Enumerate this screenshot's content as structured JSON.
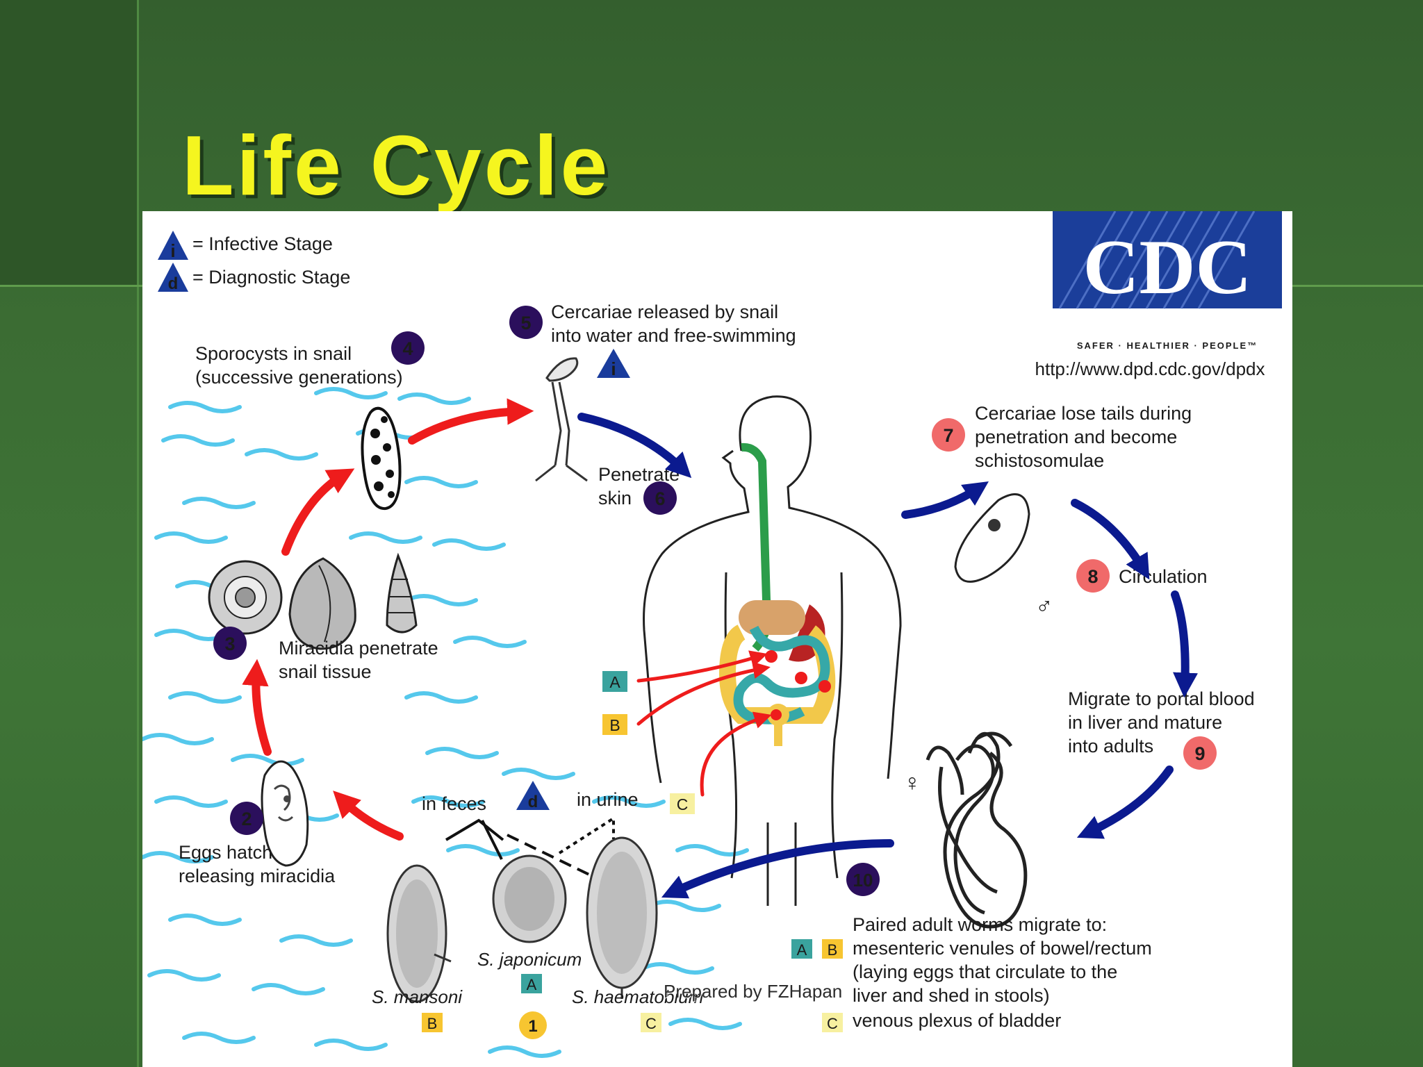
{
  "slide": {
    "title": "Life Cycle",
    "footer": "Prepared by FZHapan"
  },
  "legend": {
    "infective_symbol": "i",
    "infective_label": "= Infective Stage",
    "diagnostic_symbol": "d",
    "diagnostic_label": "= Diagnostic Stage"
  },
  "cdc": {
    "logo_text": "CDC",
    "tagline": "SAFER · HEALTHIER · PEOPLE™",
    "url": "http://www.dpd.cdc.gov/dpdx"
  },
  "steps": {
    "s1": {
      "num": "1"
    },
    "s2": {
      "num": "2",
      "line1": "Eggs hatch",
      "line2": "releasing miracidia"
    },
    "s3": {
      "num": "3",
      "line1": "Miracidia penetrate",
      "line2": "snail tissue"
    },
    "s4": {
      "num": "4",
      "line1": "Sporocysts in snail",
      "line2": "(successive generations)"
    },
    "s5": {
      "num": "5",
      "line1": "Cercariae released by snail",
      "line2": "into water and free-swimming",
      "symbol": "i"
    },
    "s6": {
      "num": "6",
      "line1": "Penetrate",
      "line2": "skin"
    },
    "s7": {
      "num": "7",
      "line1": "Cercariae lose tails during",
      "line2": "penetration and become",
      "line3": "schistosomulae"
    },
    "s8": {
      "num": "8",
      "label": "Circulation"
    },
    "s9": {
      "num": "9",
      "line1": "Migrate to portal blood",
      "line2": "in liver and mature",
      "line3": "into adults"
    },
    "s10": {
      "num": "10",
      "line1": "Paired adult worms migrate to:",
      "line2": "mesenteric venules of bowel/rectum",
      "line3": "(laying eggs that circulate to the",
      "line4": "liver and shed in stools)",
      "line5": "venous plexus of bladder"
    }
  },
  "eggs": {
    "in_feces": "in feces",
    "in_urine": "in urine",
    "diag_symbol": "d",
    "mansoni": "S. mansoni",
    "japonicum": "S. japonicum",
    "haematobium": "S. haematobium"
  },
  "tags": {
    "a": "A",
    "b": "B",
    "c": "C"
  },
  "symbols": {
    "female": "♀",
    "male": "♂"
  },
  "colors": {
    "navy_badge": "#2b0f5c",
    "red_badge": "#f06a6a",
    "red_arrow": "#ee1c1c",
    "blue_arrow": "#0b1a8f",
    "teal_tag": "#3aa39e",
    "yellow_tag": "#f7c531",
    "water": "#55c8ec",
    "title": "#f5f51f"
  }
}
